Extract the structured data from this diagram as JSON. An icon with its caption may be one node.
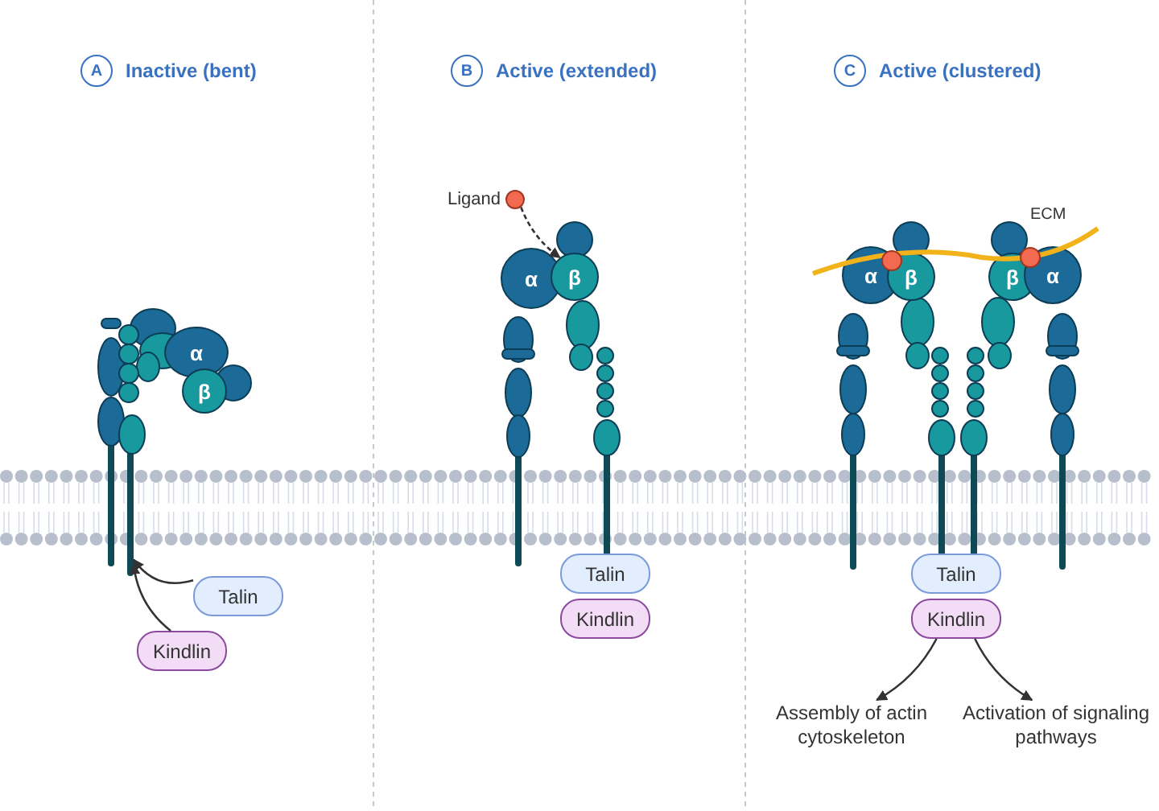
{
  "diagram": {
    "nodes": [
      {
        "text": [
          "A"
        ],
        "beside": [
          "Inactive (bent)"
        ]
      },
      {
        "text": [
          "B"
        ],
        "beside": [
          "Active (extended)"
        ]
      },
      {
        "text": [
          "C"
        ],
        "beside": [
          "Active (clustered)"
        ]
      },
      {
        "text": [
          "α"
        ]
      },
      {
        "text": [
          "β"
        ]
      },
      {
        "text": [],
        "shape": "bar"
      },
      {
        "text": [
          "Talin"
        ]
      },
      {
        "text": [
          "Kindlin"
        ]
      },
      {
        "text": [],
        "shape": "circle",
        "beside": [
          "Ligand"
        ]
      },
      {
        "text": [
          "α"
        ]
      },
      {
        "text": [
          "β"
        ]
      },
      {
        "text": [
          "Talin"
        ]
      },
      {
        "text": [
          "Kindlin"
        ]
      },
      {
        "text": [
          "α"
        ]
      },
      {
        "text": [
          "β"
        ]
      },
      {
        "text": [
          "β"
        ]
      },
      {
        "text": [
          "α"
        ]
      },
      {
        "text": [
          "Talin"
        ]
      },
      {
        "text": [
          "Kindlin"
        ]
      },
      {
        "text": [
          "Assembly of actin cytoskeleton"
        ]
      },
      {
        "text": [
          "Activation of signaling pathways"
        ]
      }
    ],
    "edges": [
      {
        "from": 6,
        "to": 5,
        "arrow": "to"
      },
      {
        "from": 7,
        "to": 5,
        "arrow": "to"
      },
      {
        "from": 8,
        "to": 10,
        "arrow": "to",
        "style": "dashed"
      },
      {
        "from": 18,
        "to": 19,
        "arrow": "to"
      },
      {
        "from": 18,
        "to": 20,
        "arrow": "to"
      }
    ],
    "labels": [
      "ECM"
    ]
  }
}
